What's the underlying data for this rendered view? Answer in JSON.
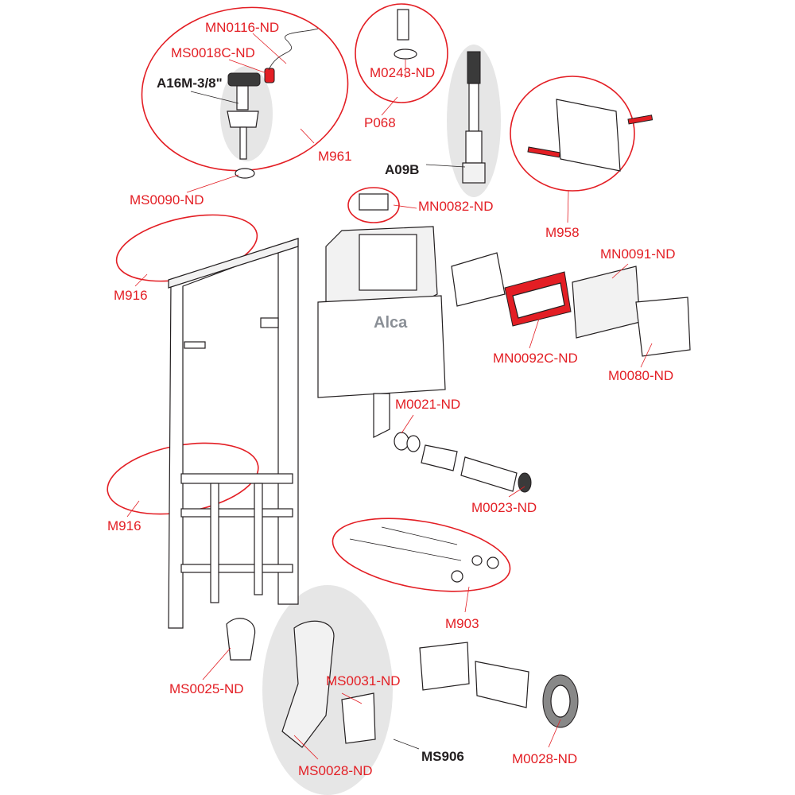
{
  "diagram": {
    "logo": "Alca",
    "colors": {
      "label": "#e31e24",
      "bold_label": "#231f20",
      "highlight": "#e6e6e6"
    },
    "labels": {
      "mn0116": "MN0116-ND",
      "ms0018c": "MS0018C-ND",
      "a16m": "A16M-3/8\"",
      "m961": "M961",
      "ms0090": "MS0090-ND",
      "m0243": "M0243-ND",
      "p068": "P068",
      "a09b": "A09B",
      "mn0082": "MN0082-ND",
      "m958": "M958",
      "mn0091": "MN0091-ND",
      "mn0092c": "MN0092C-ND",
      "m0080": "M0080-ND",
      "m916_top": "M916",
      "m916_bottom": "M916",
      "m0021": "M0021-ND",
      "m0023": "M0023-ND",
      "m903": "M903",
      "ms0025": "MS0025-ND",
      "ms0031": "MS0031-ND",
      "ms906": "MS906",
      "ms0028": "MS0028-ND",
      "m0028": "M0028-ND"
    }
  }
}
